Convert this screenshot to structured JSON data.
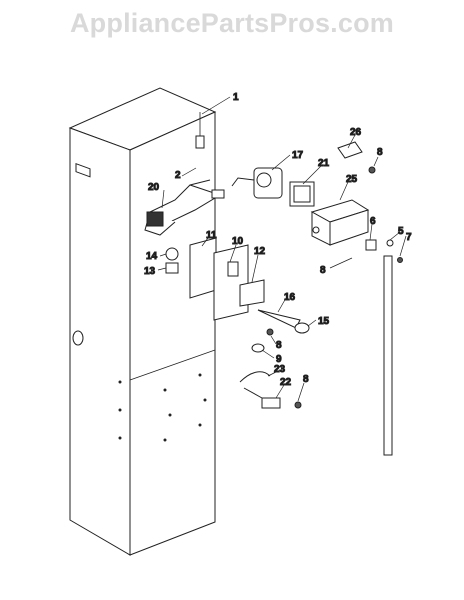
{
  "watermark": "AppliancePartsPros.com",
  "callouts": [
    {
      "key": "c1",
      "label": "1"
    },
    {
      "key": "c2",
      "label": "2"
    },
    {
      "key": "c20",
      "label": "20"
    },
    {
      "key": "c26",
      "label": "26"
    },
    {
      "key": "c8a",
      "label": "8"
    },
    {
      "key": "c17",
      "label": "17"
    },
    {
      "key": "c21",
      "label": "21"
    },
    {
      "key": "c25",
      "label": "25"
    },
    {
      "key": "c11",
      "label": "11"
    },
    {
      "key": "c10",
      "label": "10"
    },
    {
      "key": "c12",
      "label": "12"
    },
    {
      "key": "c14",
      "label": "14"
    },
    {
      "key": "c13",
      "label": "13"
    },
    {
      "key": "c6",
      "label": "6"
    },
    {
      "key": "c5",
      "label": "5"
    },
    {
      "key": "c7",
      "label": "7"
    },
    {
      "key": "c8b",
      "label": "8"
    },
    {
      "key": "c16",
      "label": "16"
    },
    {
      "key": "c15",
      "label": "15"
    },
    {
      "key": "c8c",
      "label": "8"
    },
    {
      "key": "c9",
      "label": "9"
    },
    {
      "key": "c23",
      "label": "23"
    },
    {
      "key": "c22",
      "label": "22"
    },
    {
      "key": "c8d",
      "label": "8"
    }
  ]
}
